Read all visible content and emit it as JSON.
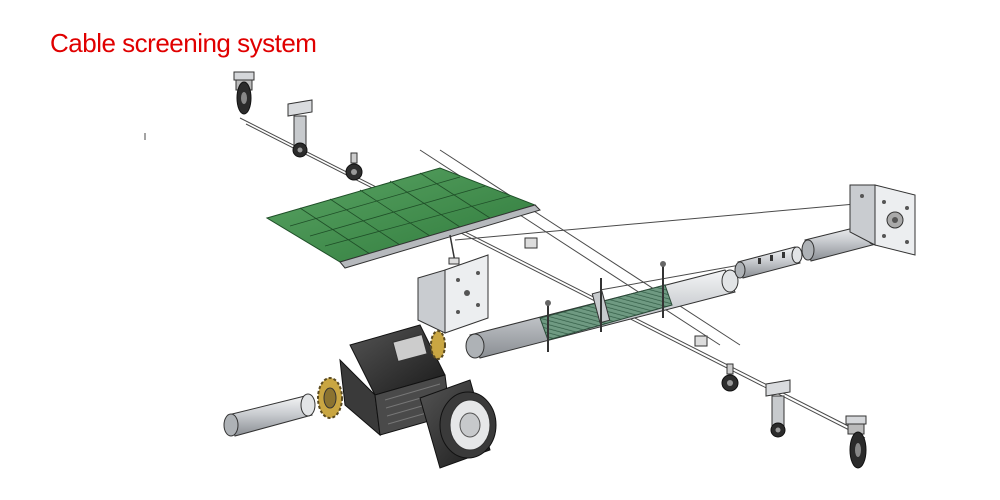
{
  "title": "Cable screening system",
  "colors": {
    "title": "#e00000",
    "panel": "#3f8a4a",
    "steel": "#c9ccd0",
    "motor_dark": "#2b2b2b",
    "outline": "#333333",
    "gear": "#c9a642"
  },
  "components": [
    "caster-wheel-top",
    "pulley-bracket-top",
    "small-pulley-top",
    "screen-panel",
    "cable-lines",
    "mounting-plate-left",
    "cable-clamp-top",
    "central-shaft",
    "threaded-tube",
    "short-slotted-tube",
    "end-tube",
    "mounting-plate-right",
    "gear-motor",
    "drive-gear",
    "motor-drum",
    "loose-tube-left",
    "cable-clamp-bottom",
    "small-pulley-bottom",
    "pulley-bracket-bottom",
    "caster-wheel-bottom"
  ]
}
